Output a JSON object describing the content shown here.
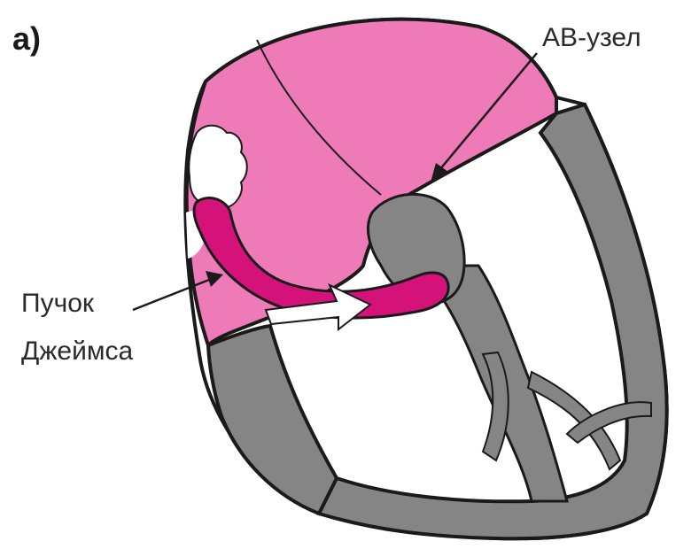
{
  "panel": {
    "label": "a)"
  },
  "labels": {
    "av_node": "АВ-узел",
    "bundle_line1": "Пучок",
    "bundle_line2": "Джеймса"
  },
  "colors": {
    "atrium_pink": "#ee7ab8",
    "bundle_magenta": "#d4127a",
    "ventricle_gray": "#858585",
    "outline": "#1a1a1a",
    "background": "#ffffff"
  }
}
